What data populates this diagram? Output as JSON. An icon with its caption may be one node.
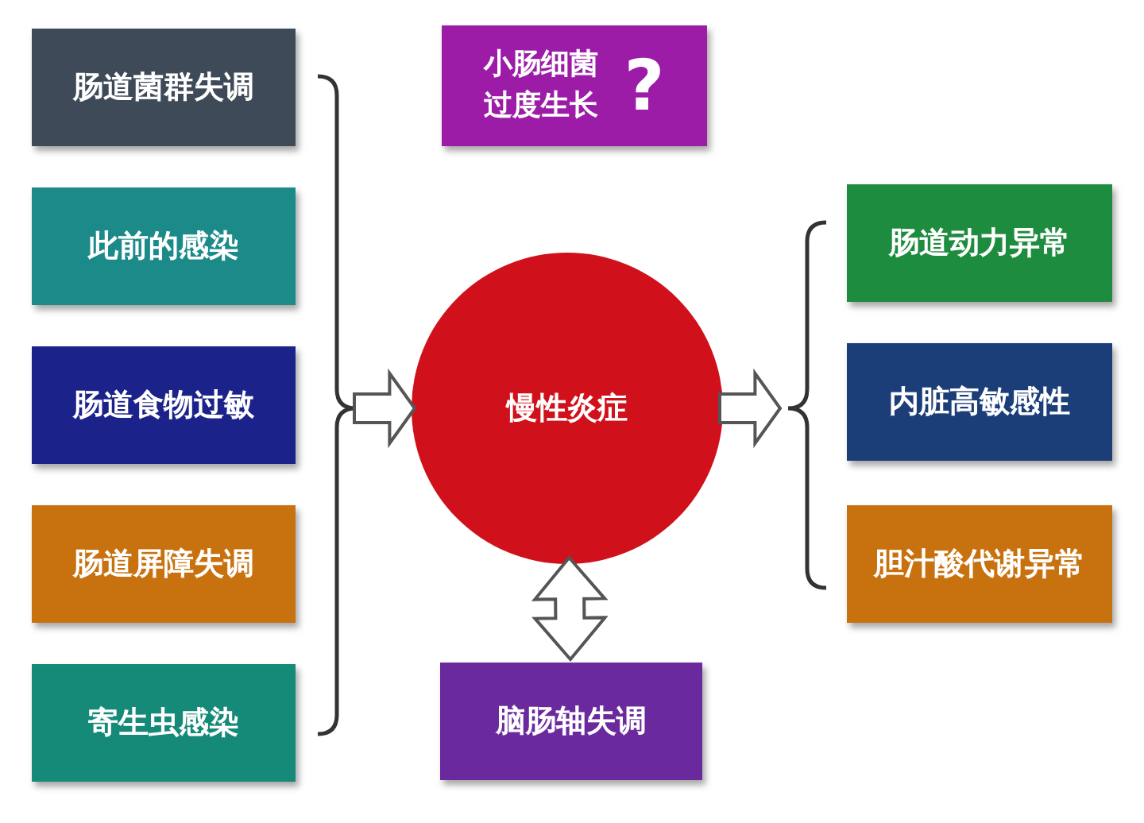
{
  "diagram": {
    "nodes": [
      {
        "text": [
          "肠道菌群失调"
        ]
      },
      {
        "text": [
          "此前的感染"
        ]
      },
      {
        "text": [
          "肠道食物过敏"
        ]
      },
      {
        "text": [
          "肠道屏障失调"
        ]
      },
      {
        "text": [
          "寄生虫感染"
        ]
      },
      {
        "text": [
          "小肠细菌过度生长",
          "?"
        ]
      },
      {
        "text": [
          "慢性炎症"
        ]
      },
      {
        "text": [
          "肠道动力异常"
        ]
      },
      {
        "text": [
          "内脏高敏感性"
        ]
      },
      {
        "text": [
          "胆汁酸代谢异常"
        ]
      },
      {
        "text": [
          "脑肠轴失调"
        ]
      }
    ],
    "edges": [
      {
        "from": null,
        "to": 6,
        "arrow": "to"
      },
      {
        "from": 6,
        "to": null,
        "arrow": "to"
      },
      {
        "from": 6,
        "to": 10,
        "arrow": "both"
      }
    ]
  }
}
